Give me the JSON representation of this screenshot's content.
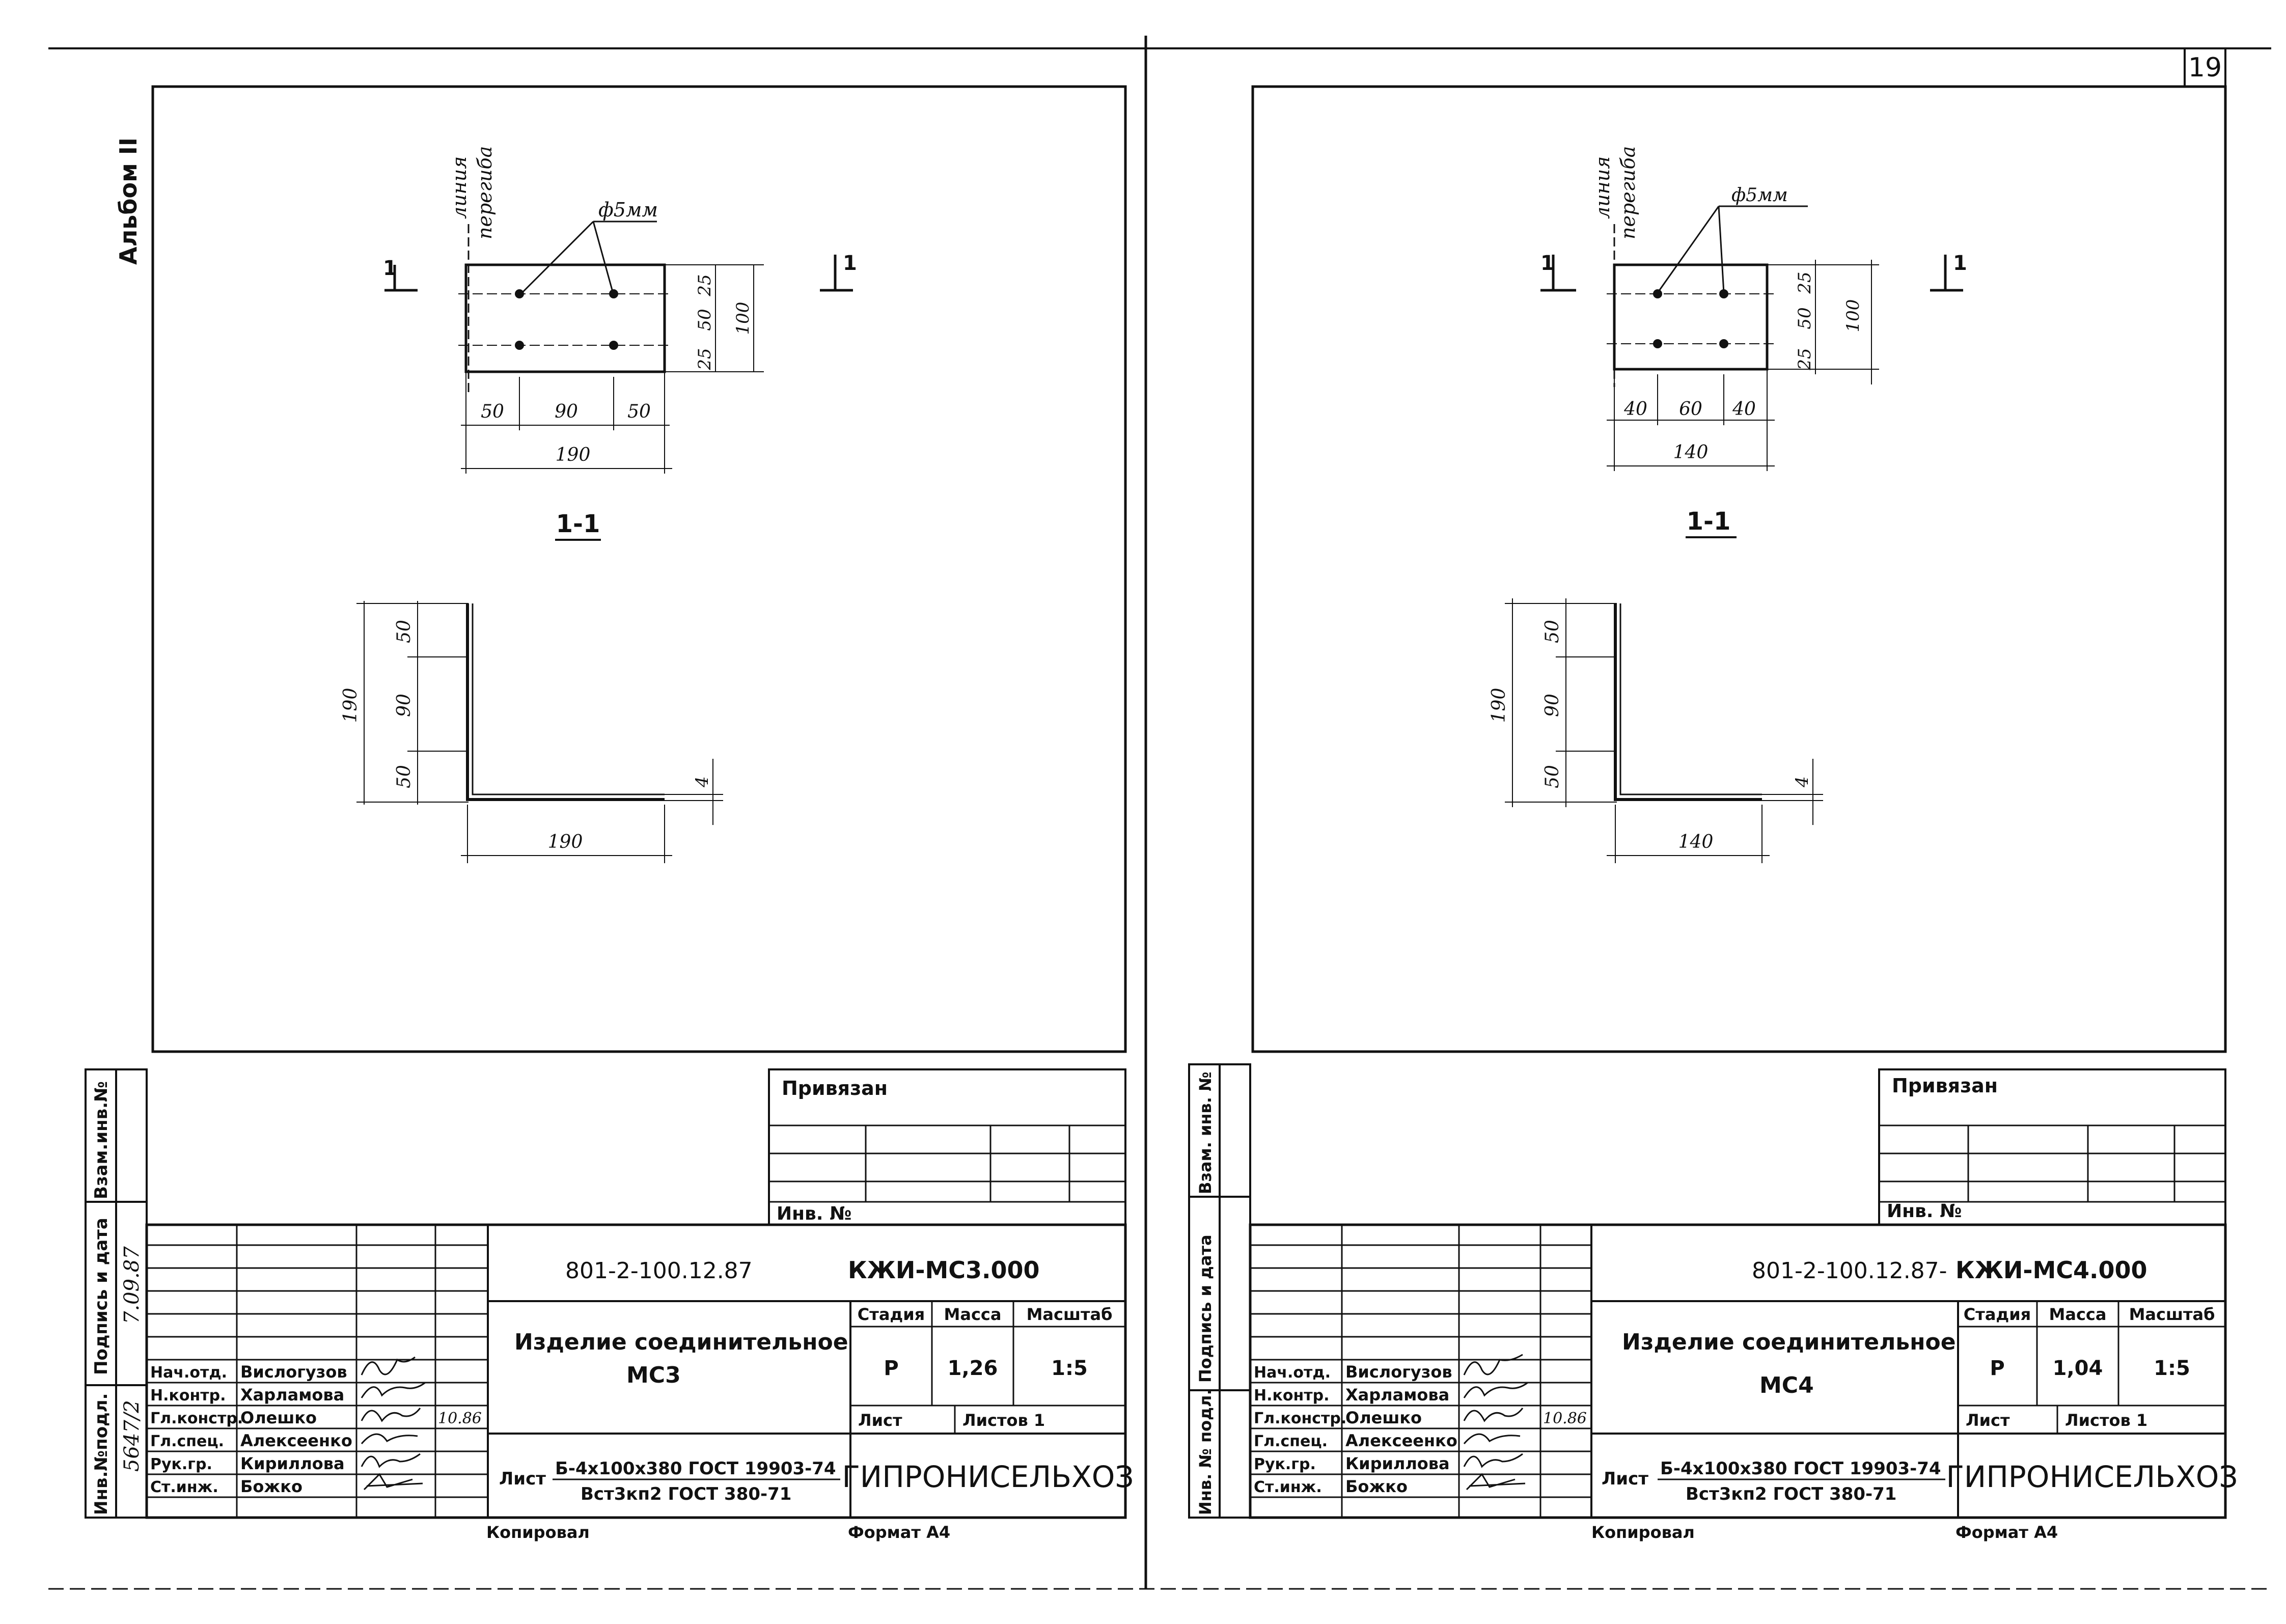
{
  "page_number": "19",
  "album_mark": "Альбом II",
  "sheets": [
    {
      "id": "left",
      "bend_line_label": [
        "линия",
        "перегиба"
      ],
      "hole_label": "ф5мм",
      "section_marks": [
        "1",
        "1"
      ],
      "section_title": "1-1",
      "plan_dims": {
        "top_h": "25",
        "mid_h": "50",
        "bot_h": "25",
        "total_h": "100",
        "left_w": "50",
        "mid_w": "90",
        "right_w": "50",
        "total_w": "190"
      },
      "section_dims": {
        "v_top": "50",
        "v_mid": "90",
        "v_bot": "50",
        "v_total": "190",
        "thickness": "4",
        "h_total": "190"
      },
      "side_stamp": [
        "Взам.инв.№",
        "Подпись и дата",
        "Инв.№подл."
      ],
      "side_stamp_marks": [
        "7.09.87",
        "5647/2"
      ],
      "privyazan": "Привязан",
      "inv_no": "Инв. №",
      "doc_code": "801-2-100.12.87",
      "doc_mark": "КЖИ-МС3.000",
      "item_title": [
        "Изделие соединительное",
        "МС3"
      ],
      "col_stage": "Стадия",
      "col_mass": "Масса",
      "col_scale": "Масштаб",
      "stage": "Р",
      "mass": "1,26",
      "scale": "1:5",
      "sheet_label": "Лист",
      "sheets_label": "Листов 1",
      "material_label": "Лист",
      "material_line1": "Б-4х100х380 ГОСТ 19903-74",
      "material_line2": "Вст3кп2 ГОСТ 380-71",
      "org": "ГИПРОНИСЕЛЬХОЗ",
      "roles": [
        "Нач.отд.",
        "Н.контр.",
        "Гл.констр.",
        "Гл.спец.",
        "Рук.гр.",
        "Ст.инж."
      ],
      "names": [
        "Вислогузов",
        "Харламова",
        "Олешко",
        "Алексеенко",
        "Кириллова",
        "Божко"
      ],
      "date": "10.86",
      "copied": "Копировал",
      "format": "Формат А4"
    },
    {
      "id": "right",
      "bend_line_label": [
        "линия",
        "перегиба"
      ],
      "hole_label": "ф5мм",
      "section_marks": [
        "1",
        "1"
      ],
      "section_title": "1-1",
      "plan_dims": {
        "top_h": "25",
        "mid_h": "50",
        "bot_h": "25",
        "total_h": "100",
        "left_w": "40",
        "mid_w": "60",
        "right_w": "40",
        "total_w": "140"
      },
      "section_dims": {
        "v_top": "50",
        "v_mid": "90",
        "v_bot": "50",
        "v_total": "190",
        "thickness": "4",
        "h_total": "140"
      },
      "side_stamp": [
        "Взам. инв. №",
        "Подпись и дата",
        "Инв. № подл."
      ],
      "side_stamp_marks": [],
      "privyazan": "Привязан",
      "inv_no": "Инв. №",
      "doc_code": "801-2-100.12.87-",
      "doc_mark": "КЖИ-МС4.000",
      "item_title": [
        "Изделие соединительное",
        "МС4"
      ],
      "col_stage": "Стадия",
      "col_mass": "Масса",
      "col_scale": "Масштаб",
      "stage": "Р",
      "mass": "1,04",
      "scale": "1:5",
      "sheet_label": "Лист",
      "sheets_label": "Листов 1",
      "material_label": "Лист",
      "material_line1": "Б-4х100х380 ГОСТ 19903-74",
      "material_line2": "Вст3кп2 ГОСТ 380-71",
      "org": "ГИПРОНИСЕЛЬХОЗ",
      "roles": [
        "Нач.отд.",
        "Н.контр.",
        "Гл.констр.",
        "Гл.спец.",
        "Рук.гр.",
        "Ст.инж."
      ],
      "names": [
        "Вислогузов",
        "Харламова",
        "Олешко",
        "Алексеенко",
        "Кириллова",
        "Божко"
      ],
      "date": "10.86",
      "copied": "Копировал",
      "format": "Формат А4"
    }
  ]
}
